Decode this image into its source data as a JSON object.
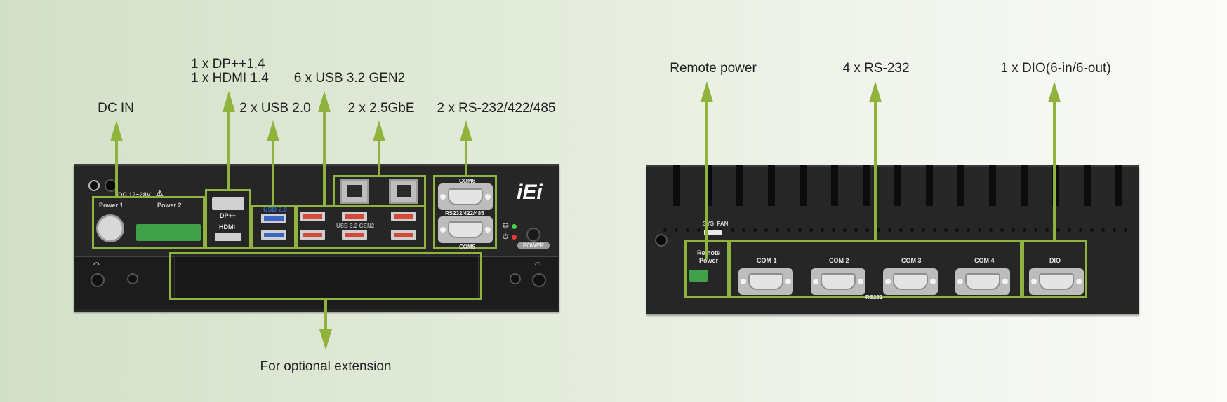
{
  "left_labels": {
    "dc_in": "DC IN",
    "dp": "1 x DP++1.4",
    "hdmi": "1 x HDMI 1.4",
    "usb20": "2 x USB 2.0",
    "usb32": "6 x USB 3.2 GEN2",
    "gbe": "2 x 2.5GbE",
    "rs232_422_485": "2 x RS-232/422/485",
    "extension": "For  optional extension"
  },
  "right_labels": {
    "remote_power": "Remote power",
    "rs232": "4 x RS-232",
    "dio": "1 x DIO(6-in/6-out)"
  },
  "panel_left": {
    "dc_label": "DC 12~28V",
    "power1": "Power 1",
    "power2": "Power 2",
    "dp": "DP++",
    "hdmi": "HDMI",
    "usb20": "USB 2.0",
    "usb32": "USB 3.2 GEN2",
    "com6": "COM6",
    "com5": "COM5",
    "rs_label": "RS232/422/485",
    "logo": "iEi",
    "power_btn": "POWER"
  },
  "panel_right": {
    "sys_fan": "SYS_FAN",
    "remote": "Remote",
    "power": "Power",
    "com1": "COM 1",
    "com2": "COM 2",
    "com3": "COM 3",
    "com4": "COM 4",
    "dio": "DIO",
    "rs232": "RS232"
  },
  "colors": {
    "accent": "#8fb33c",
    "chassis": "#262626"
  }
}
